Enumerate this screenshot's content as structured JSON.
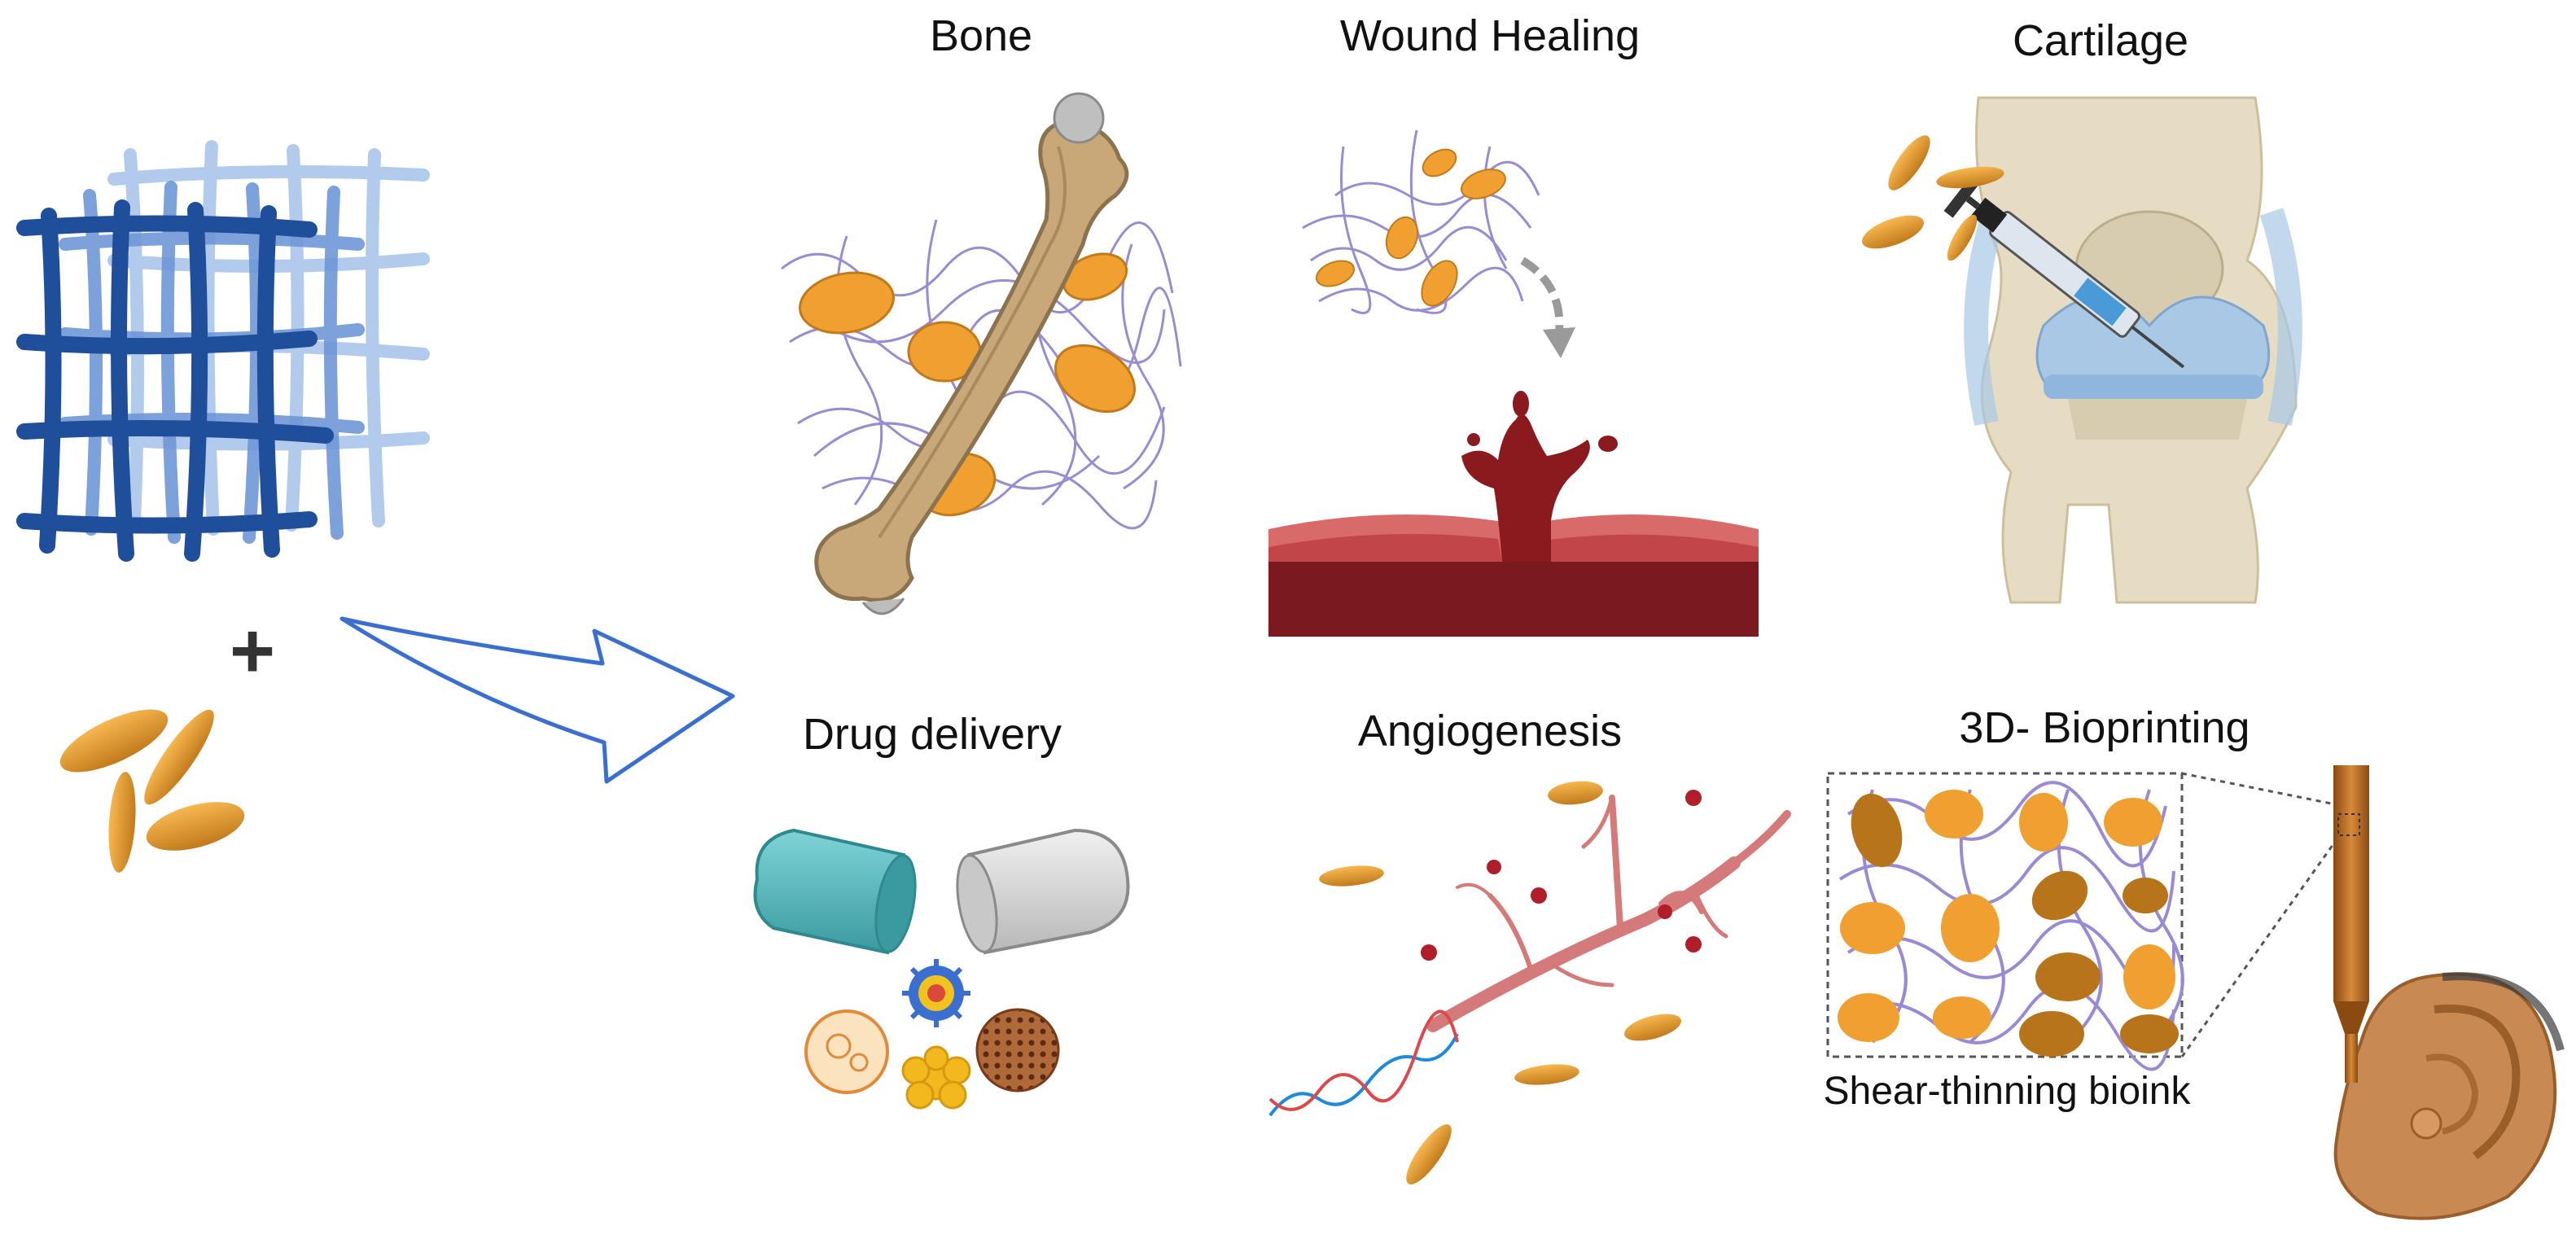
{
  "panels": {
    "bone": "Bone",
    "wound_healing": "Wound Healing",
    "cartilage": "Cartilage",
    "drug_delivery": "Drug delivery",
    "angiogenesis": "Angiogenesis",
    "bioprinting": "3D- Bioprinting",
    "bioink_caption": "Shear-thinning bioink"
  },
  "symbols": {
    "plus": "+"
  },
  "colors": {
    "mesh_dark": "#1f4e9a",
    "mesh_light": "#8fb2e2",
    "platelet": "#f0a030",
    "platelet_dark": "#b8741a",
    "arrow_outline": "#3a6fd0",
    "network": "#8878c8",
    "bone": "#c8a878",
    "skin": "#d96a6a",
    "tissue": "#7a1a1e",
    "blood": "#8a1a1e",
    "capsule_teal": "#5fbfc4",
    "capsule_gray": "#d6d6d6",
    "vessel": "#d47a7a",
    "ear": "#c88a52",
    "nozzle": "#b8661e",
    "knee_bone": "#e6dcc4",
    "knee_cartilage": "#a8c8e6"
  },
  "icons": [
    "polymer-mesh",
    "nanoplatelet",
    "femur-bone",
    "blood-wound",
    "knee-joint",
    "syringe",
    "capsule",
    "nanoparticle",
    "blood-vessel",
    "dna-strand",
    "extrusion-nozzle",
    "ear"
  ]
}
